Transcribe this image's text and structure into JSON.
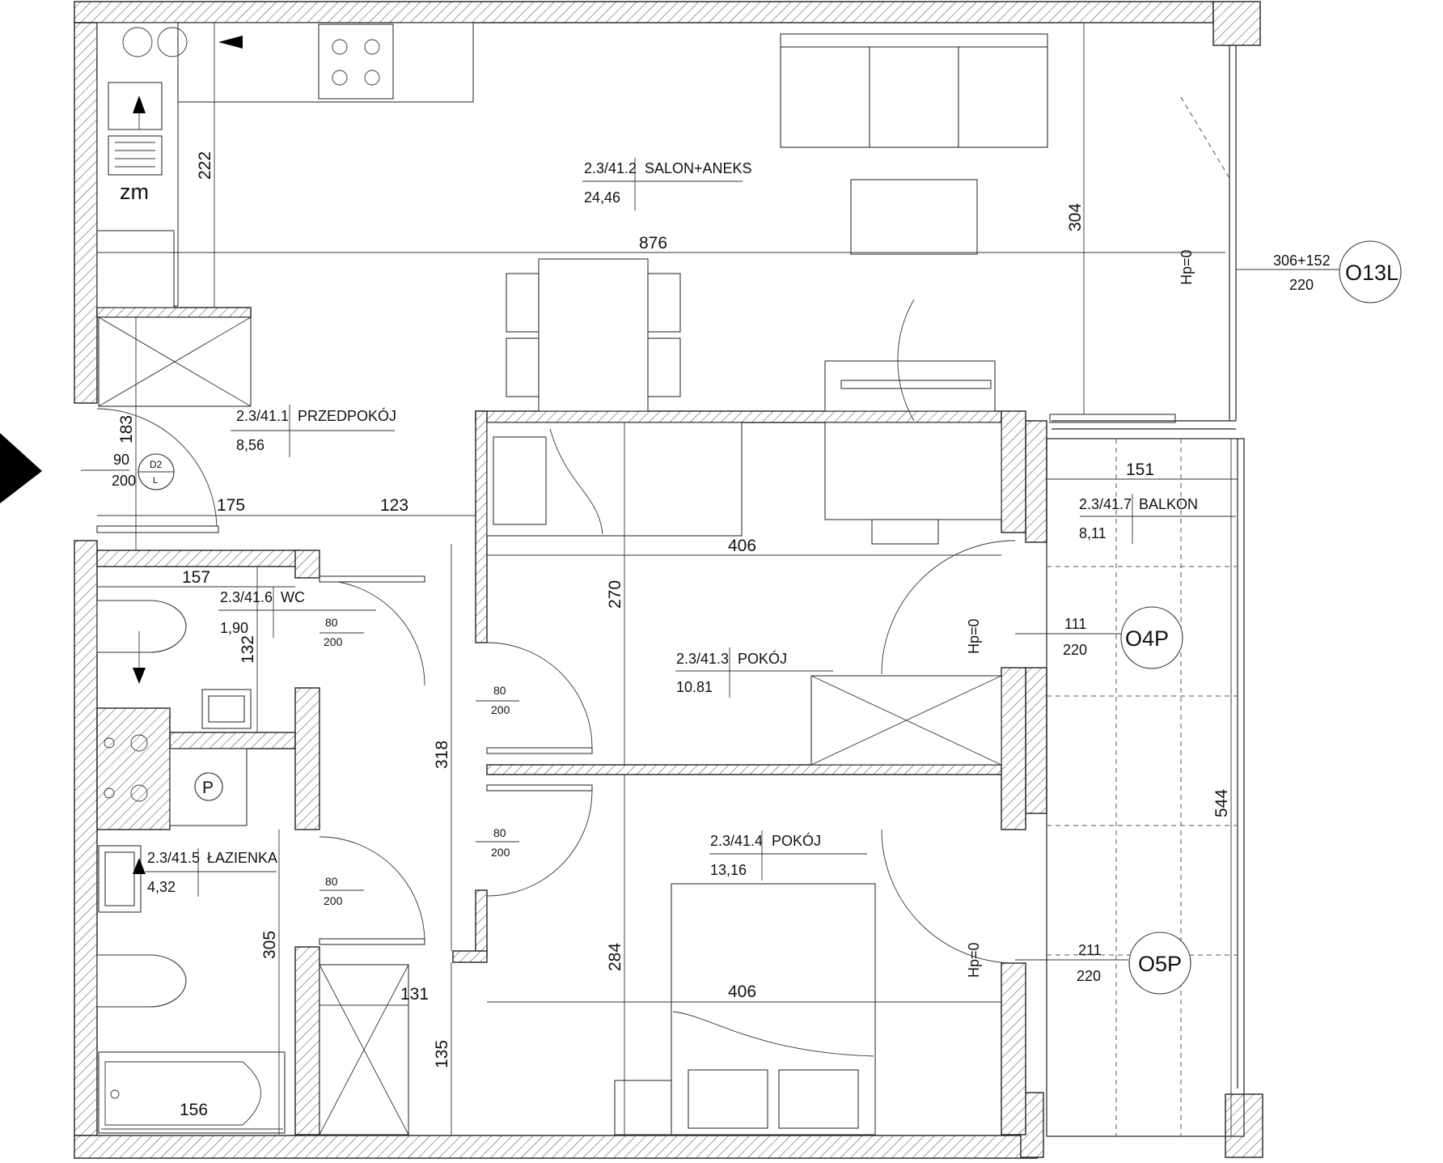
{
  "rooms": [
    {
      "code": "2.3/41.1",
      "name": "PRZEDPOKÓJ",
      "area": "8,56"
    },
    {
      "code": "2.3/41.2",
      "name": "SALON+ANEKS",
      "area": "24,46"
    },
    {
      "code": "2.3/41.3",
      "name": "POKÓJ",
      "area": "10.81"
    },
    {
      "code": "2.3/41.4",
      "name": "POKÓJ",
      "area": "13,16"
    },
    {
      "code": "2.3/41.5",
      "name": "ŁAZIENKA",
      "area": "4,32"
    },
    {
      "code": "2.3/41.6",
      "name": "WC",
      "area": "1,90"
    },
    {
      "code": "2.3/41.7",
      "name": "BALKON",
      "area": "8,11"
    }
  ],
  "dimensions": {
    "d876": "876",
    "d222": "222",
    "d304": "304",
    "d183": "183",
    "d175": "175",
    "d123": "123",
    "d157": "157",
    "d132": "132",
    "d406a": "406",
    "d270": "270",
    "d318": "318",
    "d406b": "406",
    "d284": "284",
    "d305": "305",
    "d131": "131",
    "d135": "135",
    "d156": "156",
    "d151": "151",
    "d544": "544"
  },
  "doors": [
    {
      "w": "90",
      "h": "200"
    },
    {
      "w": "80",
      "h": "200"
    },
    {
      "w": "80",
      "h": "200"
    },
    {
      "w": "80",
      "h": "200"
    },
    {
      "w": "80",
      "h": "200"
    }
  ],
  "entry_door": {
    "code": "D2",
    "side": "L"
  },
  "windows": [
    {
      "code": "O13L",
      "w": "306+152",
      "h": "220"
    },
    {
      "code": "O4P",
      "w": "111",
      "h": "220"
    },
    {
      "code": "O5P",
      "w": "211",
      "h": "220"
    }
  ],
  "markers": {
    "zm": "zm",
    "p": "P",
    "hp": "Hp=0"
  }
}
